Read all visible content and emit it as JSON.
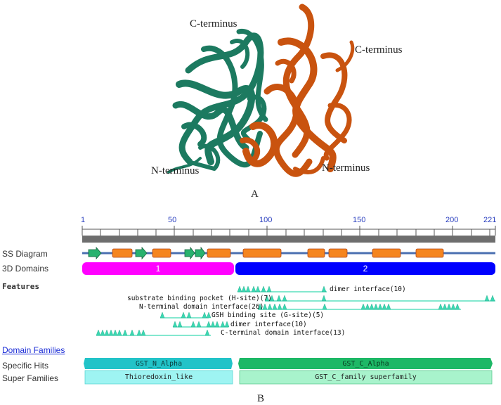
{
  "panel_a": {
    "label": "A",
    "chain1_c_label": "C-terminus",
    "chain1_n_label": "N-terminus",
    "chain2_c_label": "C-terminus",
    "chain2_n_label": "N-terminus",
    "colors": {
      "chain1": "#1c7a60",
      "chain2": "#c9530f"
    }
  },
  "panel_b": {
    "label": "B",
    "ruler_ticks": [
      "1",
      "50",
      "100",
      "150",
      "200",
      "221"
    ],
    "ss_label": "SS Diagram",
    "domains_label": "3D Domains",
    "features_label": "Features",
    "domain_1": "1",
    "domain_2": "2",
    "features": [
      "dimer interface(10)",
      "substrate binding pocket (H-site)(7)",
      "N-terminal domain interface(26)",
      "GSH binding site (G-site)(5)",
      "dimer interface(10)",
      "C-terminal domain interface(13)"
    ],
    "domain_families_link": "Domain Families",
    "specific_hits_label": "Specific Hits",
    "super_families_label": "Super Families",
    "specific_hit_1": "GST_N_Alpha",
    "specific_hit_2": "GST_C_Alpha",
    "super_family_1": "Thioredoxin_like",
    "super_family_2": "GST_C_family superfamily",
    "colors": {
      "domain1": "#ff00ff",
      "domain2": "#0000ff",
      "helix": "#f5851f",
      "strand": "#28b26e",
      "feature": "#3bd9b2",
      "specific_n": "#22c3c8",
      "specific_c": "#1db866",
      "super_n": "#9ef4f2",
      "super_c": "#a8f3cc",
      "link": "#1a2bd6"
    }
  }
}
